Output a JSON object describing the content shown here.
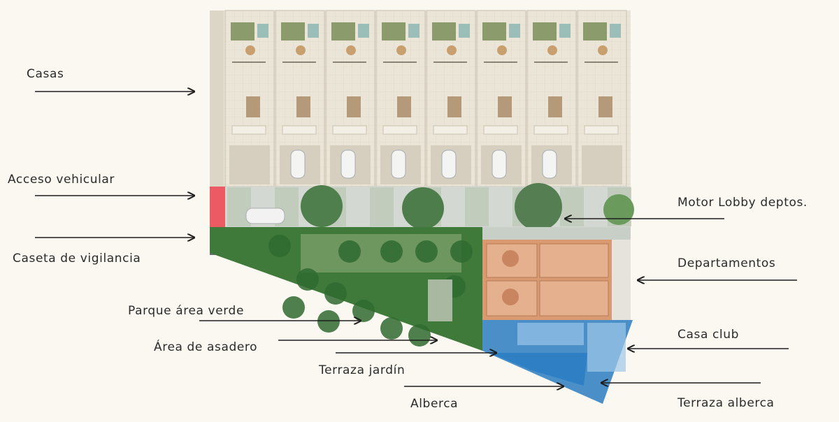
{
  "labels": {
    "casas": "Casas",
    "acceso_vehicular": "Acceso vehicular",
    "caseta": "Caseta de vigilancia",
    "parque": "Parque área verde",
    "asadero": "Área de asadero",
    "terraza_jardin": "Terraza jardín",
    "alberca": "Alberca",
    "motor_lobby": "Motor Lobby deptos.",
    "departamentos": "Departamentos",
    "casa_club": "Casa club",
    "terraza_alberca": "Terraza alberca"
  },
  "colors": {
    "background": "#fbf8f1",
    "houses_floor": "#e8e1d4",
    "road": "#d8dcd6",
    "access_red": "#ec5b63",
    "green_area": "#3f7a3a",
    "apartments_orange": "#d99a72",
    "club_blue": "#4a8fc8",
    "arrow": "#1e1e1e"
  }
}
